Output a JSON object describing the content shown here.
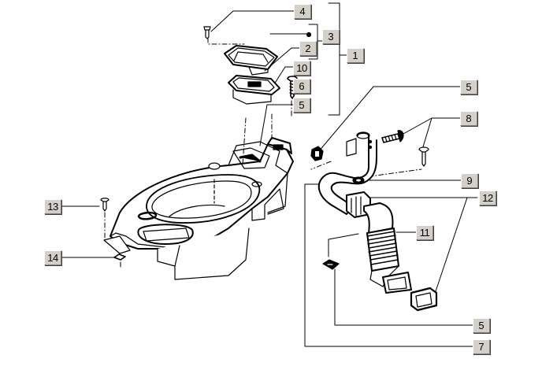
{
  "diagram": {
    "type": "exploded-parts-view",
    "subject": "scooter helmet compartment / under-seat storage with air intake duct",
    "callouts": [
      {
        "id": "c4",
        "label": "4",
        "part": "screw (lid hinge)"
      },
      {
        "id": "c3",
        "label": "3",
        "part": "lid assembly"
      },
      {
        "id": "c2",
        "label": "2",
        "part": "lid"
      },
      {
        "id": "c1",
        "label": "1",
        "part": "compartment assembly group"
      },
      {
        "id": "c10",
        "label": "10",
        "part": "lid frame"
      },
      {
        "id": "c6",
        "label": "6",
        "part": "self-tapping screw"
      },
      {
        "id": "c5a",
        "label": "5",
        "part": "clip nut"
      },
      {
        "id": "c5b",
        "label": "5",
        "part": "clip nut"
      },
      {
        "id": "c8",
        "label": "8",
        "part": "screw"
      },
      {
        "id": "c9",
        "label": "9",
        "part": "washer"
      },
      {
        "id": "c12",
        "label": "12",
        "part": "seal / gasket"
      },
      {
        "id": "c11",
        "label": "11",
        "part": "bellows duct"
      },
      {
        "id": "c13",
        "label": "13",
        "part": "screw"
      },
      {
        "id": "c14",
        "label": "14",
        "part": "clip nut"
      },
      {
        "id": "c5c",
        "label": "5",
        "part": "clip nut"
      },
      {
        "id": "c7",
        "label": "7",
        "part": "air intake pipe"
      }
    ]
  }
}
